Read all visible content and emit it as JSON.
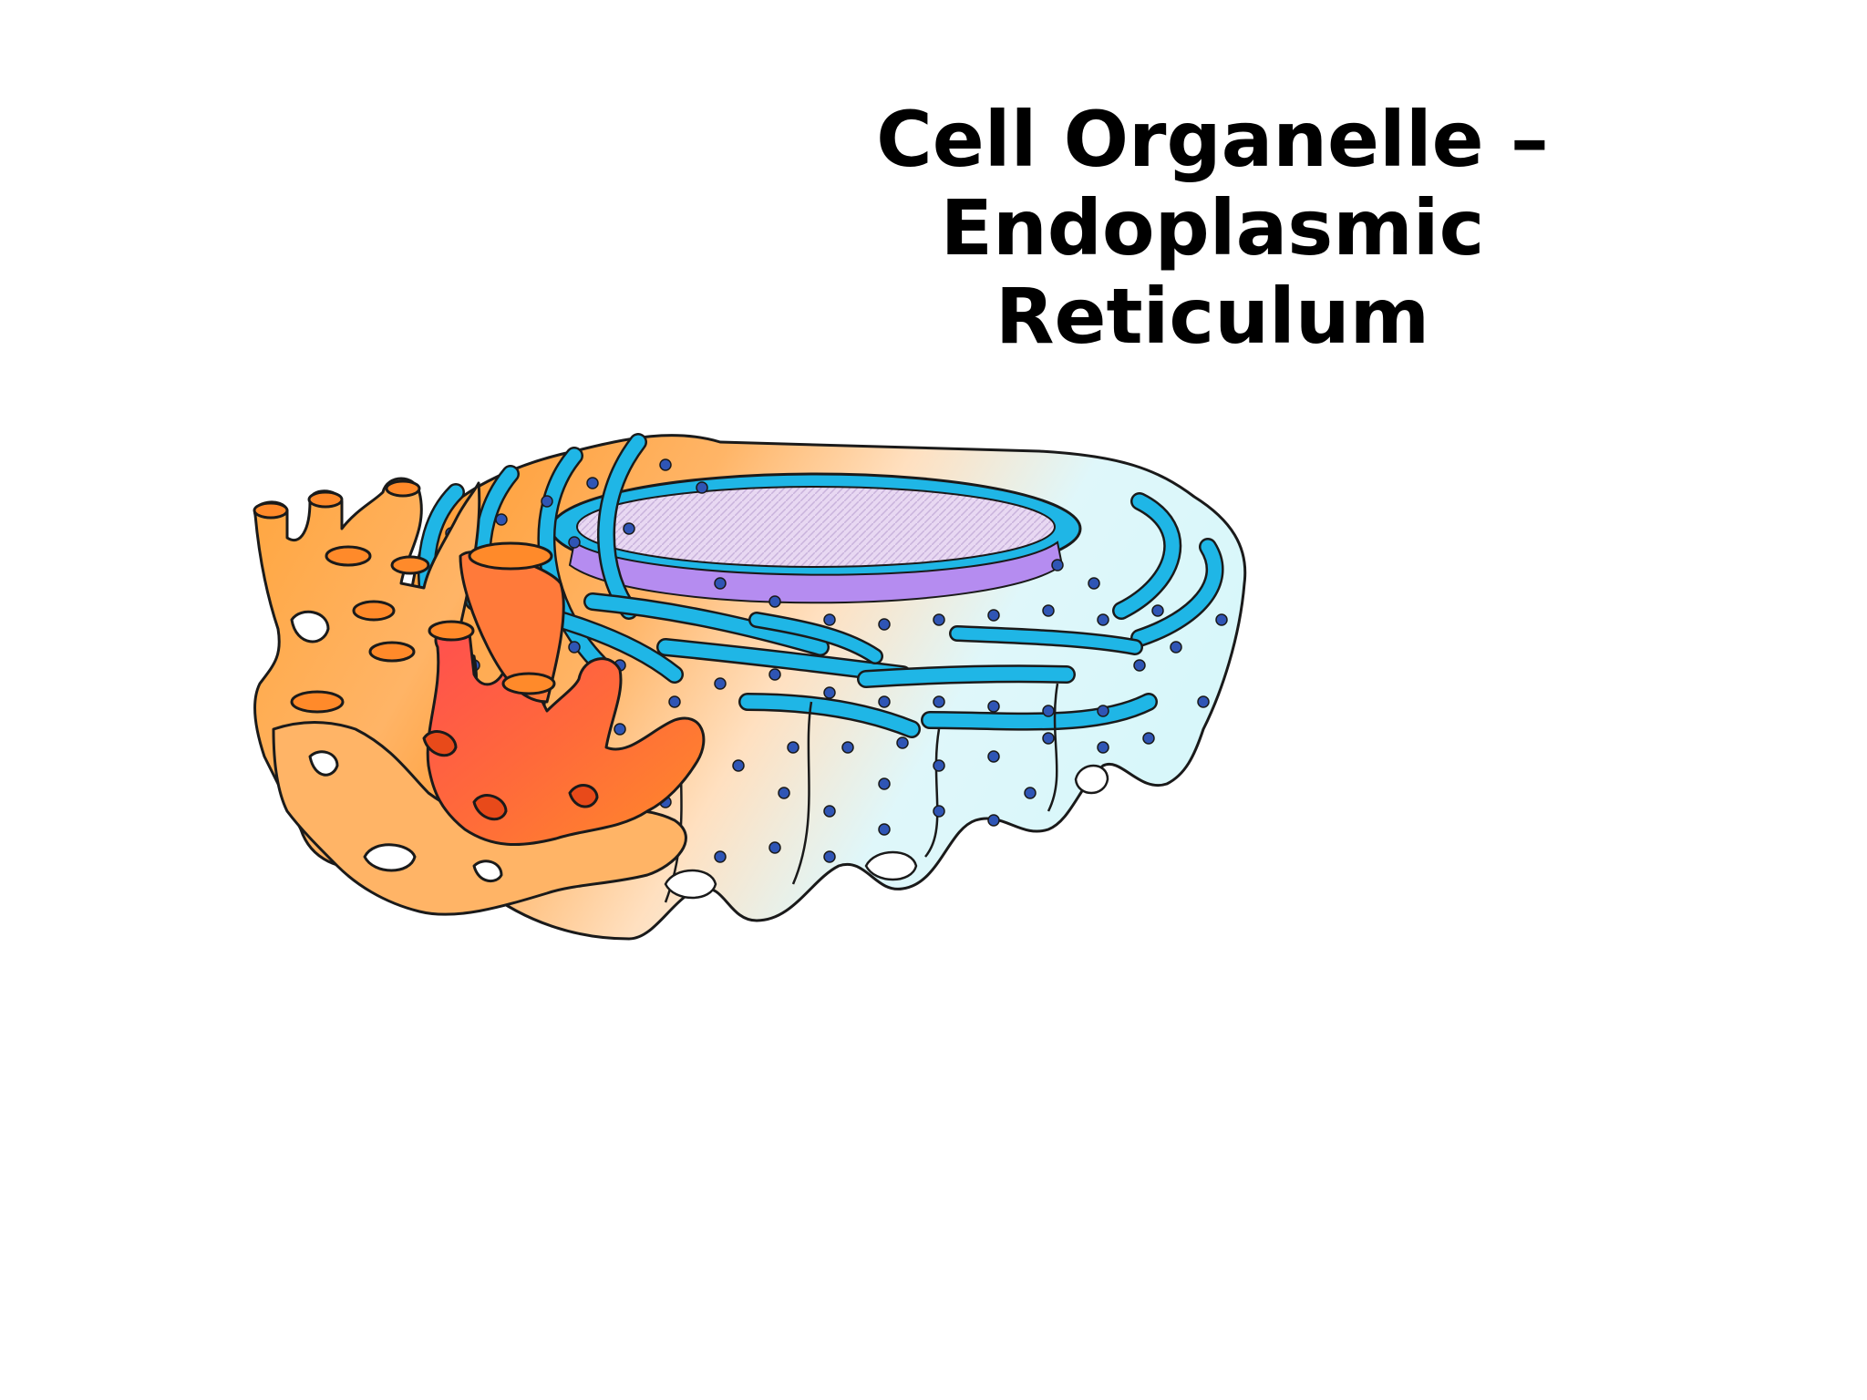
{
  "slide": {
    "title_lines": [
      "Cell Organelle –",
      "Endoplasmic",
      "Reticulum"
    ]
  },
  "colors": {
    "background": "#ffffff",
    "title": "#000000",
    "rough_er_membrane": "#1fb6e6",
    "rough_er_lumen": "#d8f7fa",
    "ribosome": "#2f55b5",
    "nucleus_envelope": "#b58cf0",
    "smooth_er_light": "#ffb05a",
    "smooth_er_dark": "#f25c3b",
    "outline": "#1a1a1a"
  }
}
